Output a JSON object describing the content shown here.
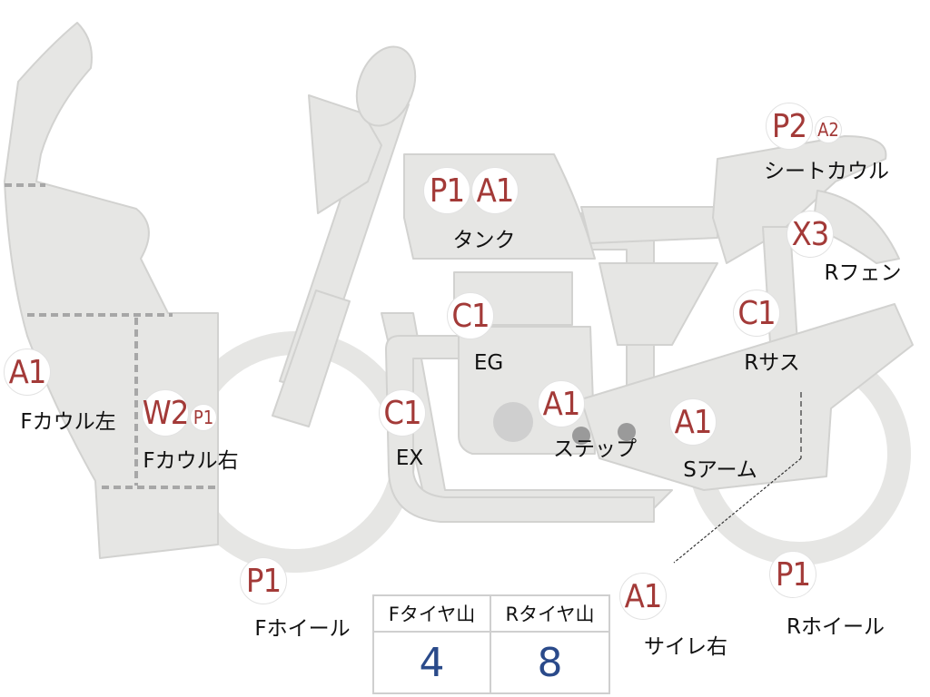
{
  "parts": [
    {
      "key": "f_cowl_left",
      "codes": [
        "A1"
      ],
      "label": "Fカウル左"
    },
    {
      "key": "f_cowl_right",
      "codes": [
        "W2",
        "P1"
      ],
      "label": "Fカウル右"
    },
    {
      "key": "tank",
      "codes": [
        "P1",
        "A1"
      ],
      "label": "タンク"
    },
    {
      "key": "eg",
      "codes": [
        "C1"
      ],
      "label": "EG"
    },
    {
      "key": "ex",
      "codes": [
        "C1"
      ],
      "label": "EX"
    },
    {
      "key": "step",
      "codes": [
        "A1"
      ],
      "label": "ステップ"
    },
    {
      "key": "s_arm",
      "codes": [
        "A1"
      ],
      "label": "Sアーム"
    },
    {
      "key": "r_sus",
      "codes": [
        "C1"
      ],
      "label": "Rサス"
    },
    {
      "key": "seat_cowl",
      "codes": [
        "P2",
        "A2"
      ],
      "label": "シートカウル"
    },
    {
      "key": "r_fender",
      "codes": [
        "X3"
      ],
      "label": "Rフェン"
    },
    {
      "key": "f_wheel",
      "codes": [
        "P1"
      ],
      "label": "Fホイール"
    },
    {
      "key": "r_wheel",
      "codes": [
        "P1"
      ],
      "label": "Rホイール"
    },
    {
      "key": "silencer_right",
      "codes": [
        "A1"
      ],
      "label": "サイレ右"
    }
  ],
  "tire_table": {
    "headers": [
      "Fタイヤ山",
      "Rタイヤ山"
    ],
    "values": [
      "4",
      "8"
    ]
  },
  "colors": {
    "part_fill": "#e6e6e4",
    "part_stroke": "#cfcfcd",
    "code_text": "#a33a38",
    "value_text": "#2a4a8a"
  }
}
